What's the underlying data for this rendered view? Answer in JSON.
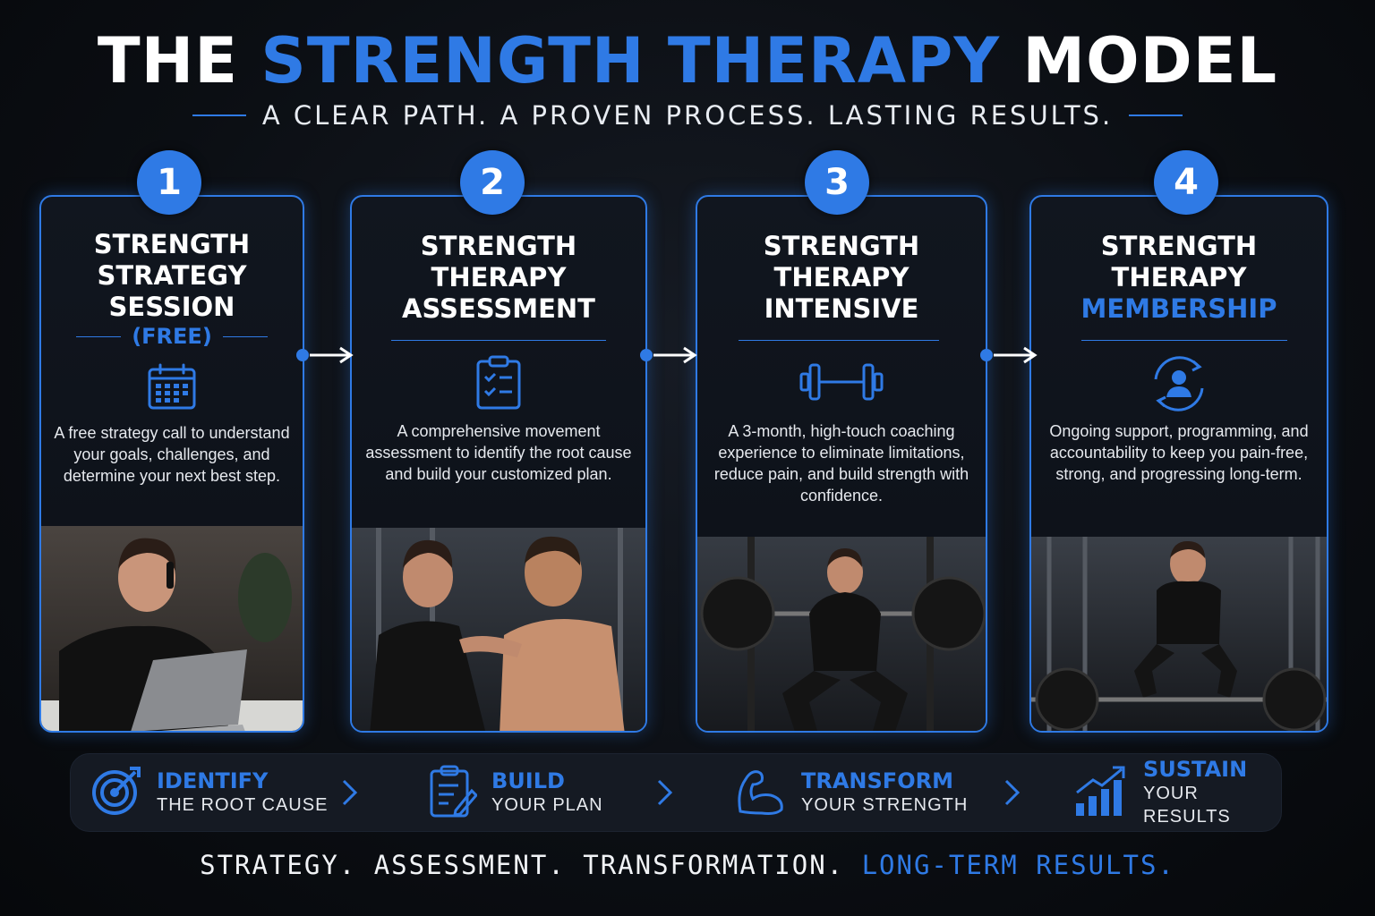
{
  "header": {
    "title_part1": "THE ",
    "title_part2": "STRENGTH THERAPY",
    "title_part3": " MODEL",
    "subtitle": "A CLEAR PATH. A PROVEN PROCESS. LASTING RESULTS."
  },
  "cards": [
    {
      "number": "1",
      "title_lines": [
        "STRENGTH",
        "STRATEGY",
        "SESSION"
      ],
      "tag": "(FREE)",
      "icon": "calendar-icon",
      "description": "A free strategy call to understand your goals, challenges, and determine your next best step."
    },
    {
      "number": "2",
      "title_lines": [
        "STRENGTH",
        "THERAPY",
        "ASSESSMENT"
      ],
      "icon": "clipboard-checklist-icon",
      "description": "A comprehensive movement assessment to identify the root cause and build your customized plan."
    },
    {
      "number": "3",
      "title_lines": [
        "STRENGTH",
        "THERAPY",
        "INTENSIVE"
      ],
      "icon": "dumbbell-icon",
      "description": "A 3-month, high-touch coaching experience to eliminate limitations, reduce pain, and build strength with confidence."
    },
    {
      "number": "4",
      "title_lines": [
        "STRENGTH",
        "THERAPY"
      ],
      "title_highlight": "MEMBERSHIP",
      "icon": "person-cycle-icon",
      "description": "Ongoing support, programming, and accountability to keep you pain-free, strong, and progressing long-term."
    }
  ],
  "steps": [
    {
      "icon": "target-icon",
      "line1": "IDENTIFY",
      "line2": "THE ROOT CAUSE"
    },
    {
      "icon": "clipboard-pencil-icon",
      "line1": "BUILD",
      "line2": "YOUR PLAN"
    },
    {
      "icon": "flexed-arm-icon",
      "line1": "TRANSFORM",
      "line2": "YOUR STRENGTH"
    },
    {
      "icon": "growth-chart-icon",
      "line1": "SUSTAIN",
      "line2": "YOUR RESULTS"
    }
  ],
  "tagline": {
    "part1": "STRATEGY. ASSESSMENT. TRANSFORMATION. ",
    "part2": "LONG-TERM RESULTS."
  },
  "colors": {
    "accent": "#2f7ae5",
    "background": "#0b0e13",
    "card_background": "#11161f"
  }
}
